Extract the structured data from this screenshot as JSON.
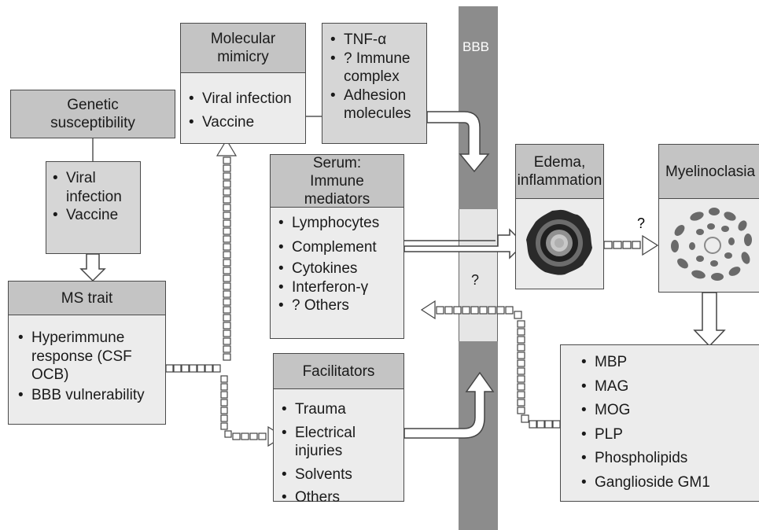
{
  "bbb": {
    "label": "BBB",
    "question": "?"
  },
  "genetic": {
    "title": "Genetic susceptibility",
    "items": [
      "Viral infection",
      "Vaccine"
    ]
  },
  "ms_trait": {
    "title": "MS trait",
    "items": [
      "Hyperimmune response (CSF OCB)",
      "BBB vulnerability"
    ]
  },
  "molecular": {
    "title": "Molecular mimicry",
    "items": [
      "Viral infection",
      "Vaccine"
    ]
  },
  "tnf": {
    "items": [
      "TNF-α",
      "? Immune complex",
      "Adhesion molecules"
    ]
  },
  "serum": {
    "title": "Serum: Immune mediators",
    "items": [
      "Lymphocytes",
      "Complement",
      "Cytokines",
      "Interferon-γ",
      "? Others"
    ]
  },
  "facilitators": {
    "title": "Facilitators",
    "items": [
      "Trauma",
      "Electrical injuries",
      "Solvents",
      "Others"
    ]
  },
  "edema": {
    "title": "Edema, inflammation"
  },
  "myelino": {
    "title": "Myelinoclasia",
    "question": "?"
  },
  "antigens": {
    "items": [
      "MBP",
      "MAG",
      "MOG",
      "PLP",
      "Phospholipids",
      "Ganglioside GM1"
    ]
  }
}
